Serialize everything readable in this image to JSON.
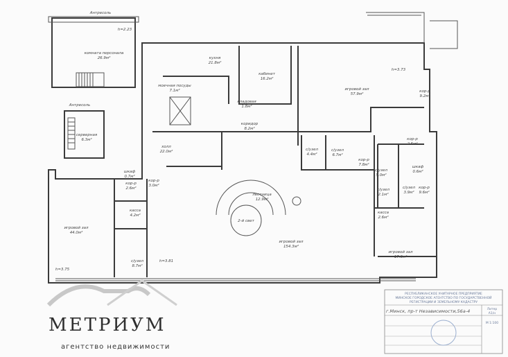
{
  "plan": {
    "mezzanine_labels": [
      "Антресоль",
      "Антресоль"
    ],
    "rooms": [
      {
        "name": "комната персонала",
        "area": "26.9м²"
      },
      {
        "name": "серверная",
        "area": "6.3м²"
      },
      {
        "name": "кухня",
        "area": "21.8м²"
      },
      {
        "name": "моечная посуды",
        "area": "7.1м²"
      },
      {
        "name": "кабинет",
        "area": "16.2м²"
      },
      {
        "name": "кладовая",
        "area": "1.8м²"
      },
      {
        "name": "игровой зал",
        "area": "57.9м²"
      },
      {
        "name": "кор-р",
        "area": "9.2м²"
      },
      {
        "name": "коридор",
        "area": "8.2м²"
      },
      {
        "name": "холл",
        "area": "22.0м²"
      },
      {
        "name": "с/узел",
        "area": "4.4м²"
      },
      {
        "name": "с/узел",
        "area": "6.7м²"
      },
      {
        "name": "кор-р",
        "area": "7.8м²"
      },
      {
        "name": "кор-р",
        "area": "2.5м²"
      },
      {
        "name": "с/узел",
        "area": "5.0м²"
      },
      {
        "name": "шкаф",
        "area": "0.6м²"
      },
      {
        "name": "с/узел",
        "area": "2.1м²"
      },
      {
        "name": "с/узел",
        "area": "3.9м²"
      },
      {
        "name": "кор-р",
        "area": "9.6м²"
      },
      {
        "name": "касса",
        "area": "2.6м²"
      },
      {
        "name": "шкаф",
        "area": "0.7м²"
      },
      {
        "name": "кор-р",
        "area": "2.6м²"
      },
      {
        "name": "кор-р",
        "area": "3.0м²"
      },
      {
        "name": "касса",
        "area": "4.2м²"
      },
      {
        "name": "игровой зал",
        "area": "44.0м²"
      },
      {
        "name": "с/узел",
        "area": "8.7м²"
      },
      {
        "name": "лестница",
        "area": "12.9м²"
      },
      {
        "name": "игровой зал",
        "area": "154.3м²"
      },
      {
        "name": "игровой зал",
        "area": "17.6м²"
      }
    ],
    "second_light": "2-й свет",
    "heights": [
      "h=2.23",
      "h=3.73",
      "h=3.75",
      "h=3.81"
    ]
  },
  "logo": {
    "name": "МЕТРИУМ",
    "tagline": "агентство недвижимости"
  },
  "stamp": {
    "org_lines": [
      "РЕСПУБЛИКАНСКОЕ УНИТАРНОЕ ПРЕДПРИЯТИЕ",
      "МИНСКОЕ ГОРОДСКОЕ АГЕНТСТВО ПО ГОСУДАРСТВЕННОЙ",
      "РЕГИСТРАЦИИ И ЗЕМЕЛЬНОМУ КАДАСТРУ"
    ],
    "address": "г.Минск, пр-т Независимости,56а-4",
    "liter_label": "Литер",
    "liter": "А1/н",
    "scale": "М 1:100"
  }
}
